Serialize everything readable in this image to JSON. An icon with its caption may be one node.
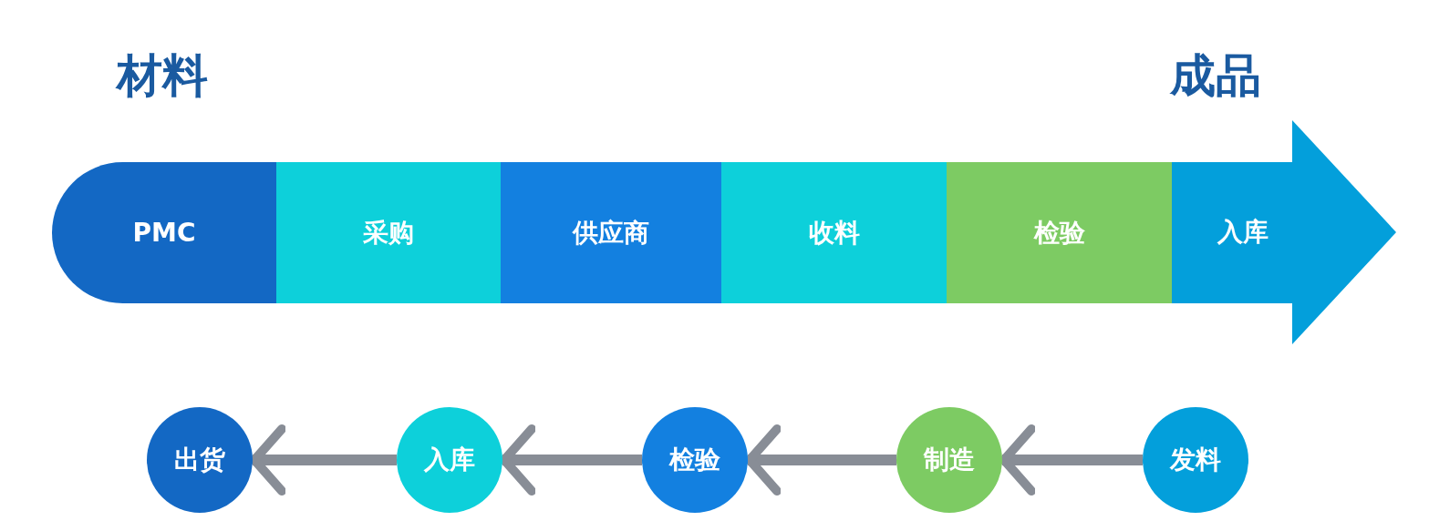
{
  "diagram": {
    "nodes": [
      {
        "text": [
          "PMC"
        ]
      },
      {
        "text": [
          "采购"
        ]
      },
      {
        "text": [
          "供应商"
        ]
      },
      {
        "text": [
          "收料"
        ]
      },
      {
        "text": [
          "检验"
        ]
      },
      {
        "text": [
          "入库"
        ]
      },
      {
        "text": [
          "出货"
        ]
      },
      {
        "text": [
          "入库"
        ]
      },
      {
        "text": [
          "检验"
        ]
      },
      {
        "text": [
          "制造"
        ]
      },
      {
        "text": [
          "发料"
        ]
      }
    ],
    "edges": [
      {
        "from": 10,
        "to": 9,
        "arrow": "to"
      },
      {
        "from": 9,
        "to": 8,
        "arrow": "to"
      },
      {
        "from": 8,
        "to": 7,
        "arrow": "to"
      },
      {
        "from": 7,
        "to": 6,
        "arrow": "to"
      }
    ],
    "labels": [
      "材料",
      "成品"
    ]
  }
}
